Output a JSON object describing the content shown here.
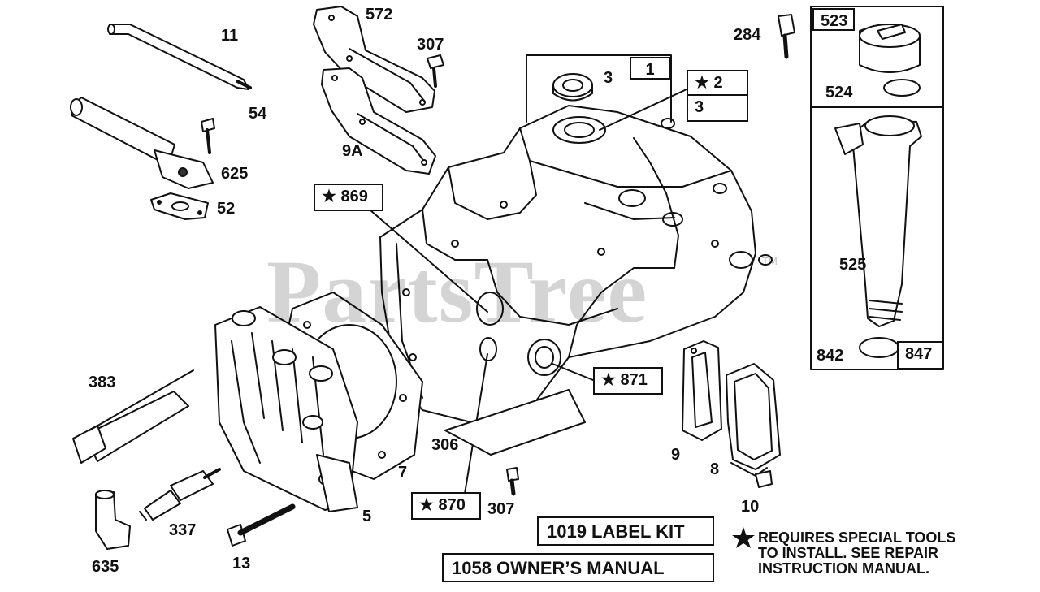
{
  "watermark": {
    "brand": "PartsTree",
    "trademark": "TM"
  },
  "star_symbol": "★",
  "labels": {
    "p11": "11",
    "p54": "54",
    "p625": "625",
    "p52": "52",
    "p572": "572",
    "p307a": "307",
    "p9a": "9A",
    "p3a": "3",
    "p1": "1",
    "p2": "2",
    "p3b": "3",
    "p284": "284",
    "p523": "523",
    "p524": "524",
    "p525": "525",
    "p842": "842",
    "p847": "847",
    "p869": "869",
    "p871": "871",
    "p870": "870",
    "p383": "383",
    "p306": "306",
    "p7": "7",
    "p5": "5",
    "p635": "635",
    "p337": "337",
    "p13": "13",
    "p307b": "307",
    "p9": "9",
    "p8": "8",
    "p10": "10"
  },
  "kits": {
    "label_kit": "1019 LABEL KIT",
    "owners_manual": "1058 OWNER’S MANUAL"
  },
  "note": {
    "line1": "REQUIRES SPECIAL TOOLS",
    "line2": "TO INSTALL.  SEE REPAIR",
    "line3": "INSTRUCTION MANUAL."
  }
}
